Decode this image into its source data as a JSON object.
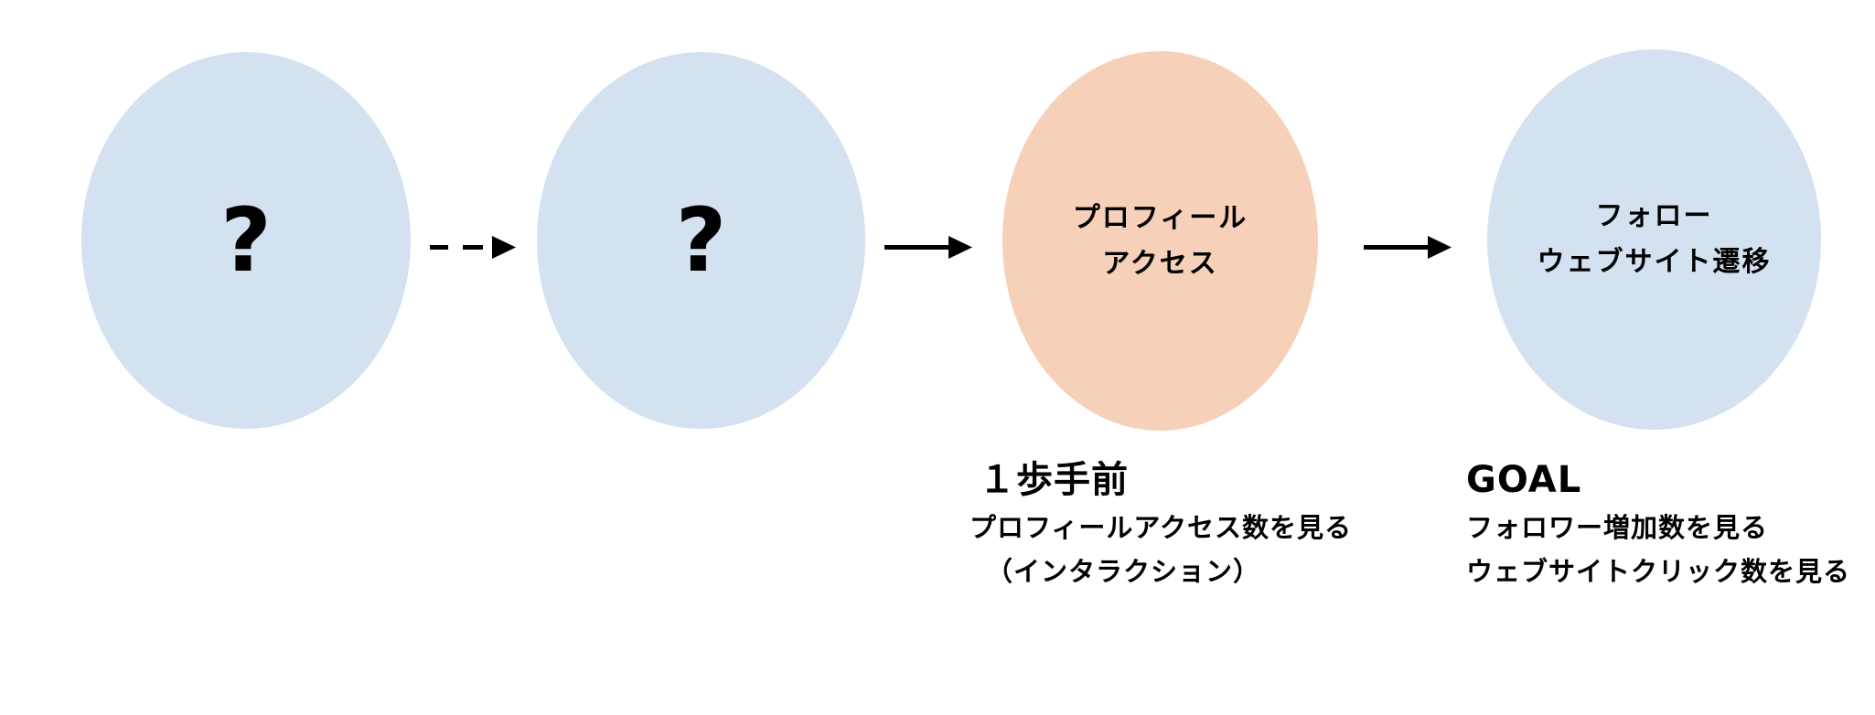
{
  "nodes": [
    {
      "label": "?",
      "color": "#d4e1f1"
    },
    {
      "label": "?",
      "color": "#d4e1f1"
    },
    {
      "line1": "プロフィール",
      "line2": "アクセス",
      "color": "#f6d0b8"
    },
    {
      "line1": "フォロー",
      "line2": "ウェブサイト遷移",
      "color": "#d4e1f1"
    }
  ],
  "arrows": [
    {
      "style": "dashed"
    },
    {
      "style": "solid"
    },
    {
      "style": "solid"
    }
  ],
  "captions": {
    "step_before": {
      "title": "１歩手前",
      "line1": "プロフィールアクセス数を見る",
      "line2": "（インタラクション）"
    },
    "goal": {
      "title": "GOAL",
      "line1": "フォロワー増加数を見る",
      "line2": "ウェブサイトクリック数を見る"
    }
  }
}
